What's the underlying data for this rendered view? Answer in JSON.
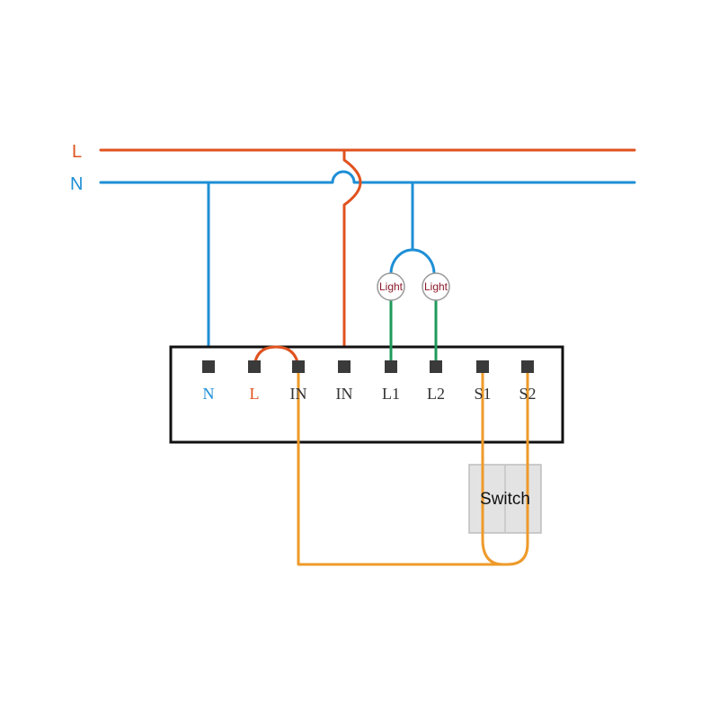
{
  "colors": {
    "live": "#e0521f",
    "neutral": "#1e8fd6",
    "load": "#1f9a5a",
    "switch_wire": "#ee9a2a",
    "box_border": "#111111",
    "terminal": "#3a3a3a"
  },
  "bus": {
    "live_label": "L",
    "neutral_label": "N"
  },
  "terminals": [
    {
      "id": "N",
      "label": "N",
      "color": "#1e8fd6"
    },
    {
      "id": "L",
      "label": "L",
      "color": "#e0521f"
    },
    {
      "id": "IN1",
      "label": "IN",
      "color": "#333333"
    },
    {
      "id": "IN2",
      "label": "IN",
      "color": "#333333"
    },
    {
      "id": "L1",
      "label": "L1",
      "color": "#333333"
    },
    {
      "id": "L2",
      "label": "L2",
      "color": "#333333"
    },
    {
      "id": "S1",
      "label": "S1",
      "color": "#333333"
    },
    {
      "id": "S2",
      "label": "S2",
      "color": "#333333"
    }
  ],
  "lights": [
    {
      "label": "Light"
    },
    {
      "label": "Light"
    }
  ],
  "switch": {
    "label": "Switch"
  }
}
